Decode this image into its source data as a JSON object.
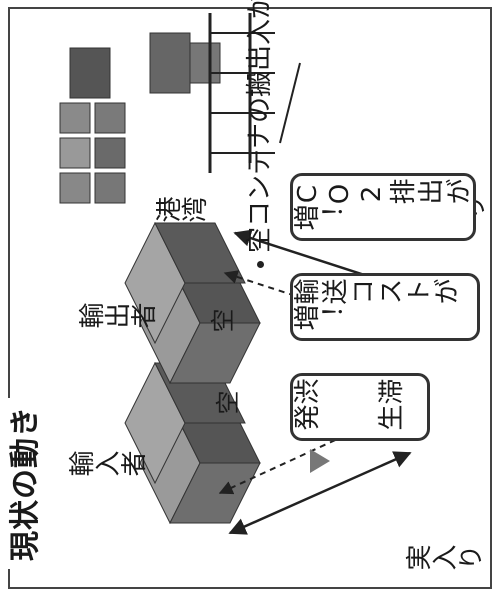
{
  "section": {
    "title": "現状の動き"
  },
  "actors": {
    "importer": "輸入者",
    "exporter": "輸出者",
    "port": "港湾"
  },
  "flows": {
    "empty": "空",
    "full": "実入り"
  },
  "result": {
    "headline": "空コンテナの搬出入が増える",
    "effects": [
      "渋 滞 発 生",
      "輸送コストが増！",
      "CO2排出が増！"
    ]
  },
  "colors": {
    "frame": "#444444",
    "arrow_down": "#777777",
    "box_border": "#333333"
  }
}
